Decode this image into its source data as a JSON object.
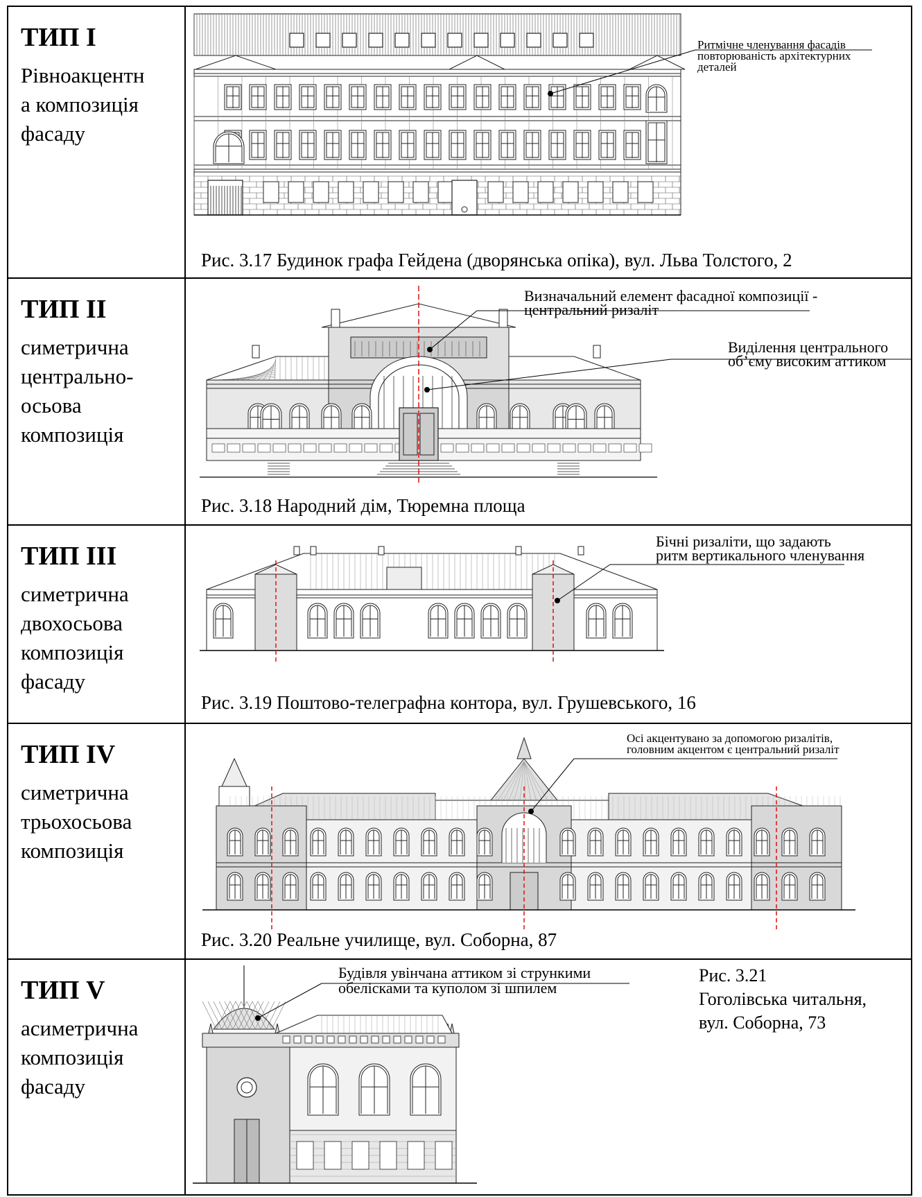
{
  "rows": [
    {
      "type": "ТИП I",
      "desc_lines": [
        "Рівноакцентн",
        "а композиція",
        "фасаду"
      ],
      "caption": "Рис. 3.17 Будинок графа Гейдена (дворянська опіка), вул. Льва Толстого, 2",
      "notes": [
        "Ритмічне членування фасадів",
        "повторюваність архітектурних",
        "деталей"
      ]
    },
    {
      "type": "ТИП II",
      "desc_lines": [
        "симетрична",
        "центрально-",
        "осьова",
        "композиція"
      ],
      "caption": "Рис. 3.18 Народний дім, Тюремна площа",
      "notes": [
        "Визначальний елемент фасадної композиції -",
        "центральний ризаліт",
        "Виділення центрального",
        "об’єму високим аттиком"
      ]
    },
    {
      "type": "ТИП III",
      "desc_lines": [
        "симетрична",
        "двохосьова",
        "композиція",
        "фасаду"
      ],
      "caption": "Рис. 3.19 Поштово-телеграфна контора, вул. Грушевського, 16",
      "notes": [
        "Бічні ризаліти, що задають",
        "ритм вертикального членування"
      ]
    },
    {
      "type": "ТИП IV",
      "desc_lines": [
        "симетрична",
        "трьохосьова",
        "композиція"
      ],
      "caption": "Рис. 3.20 Реальне училище, вул. Соборна, 87",
      "notes": [
        "Осі акцентувано за допомогою ризалітів,",
        "головним акцентом є центральний ризаліт"
      ]
    },
    {
      "type": "ТИП V",
      "desc_lines": [
        "асиметрична",
        "композиція",
        "фасаду"
      ],
      "caption_lines": [
        "Рис. 3.21",
        "Гоголівська читальня,",
        "вул. Соборна, 73"
      ],
      "notes": [
        "Будівля увінчана аттиком зі стрункими",
        "обелісками та куполом зі шпилем"
      ]
    }
  ]
}
